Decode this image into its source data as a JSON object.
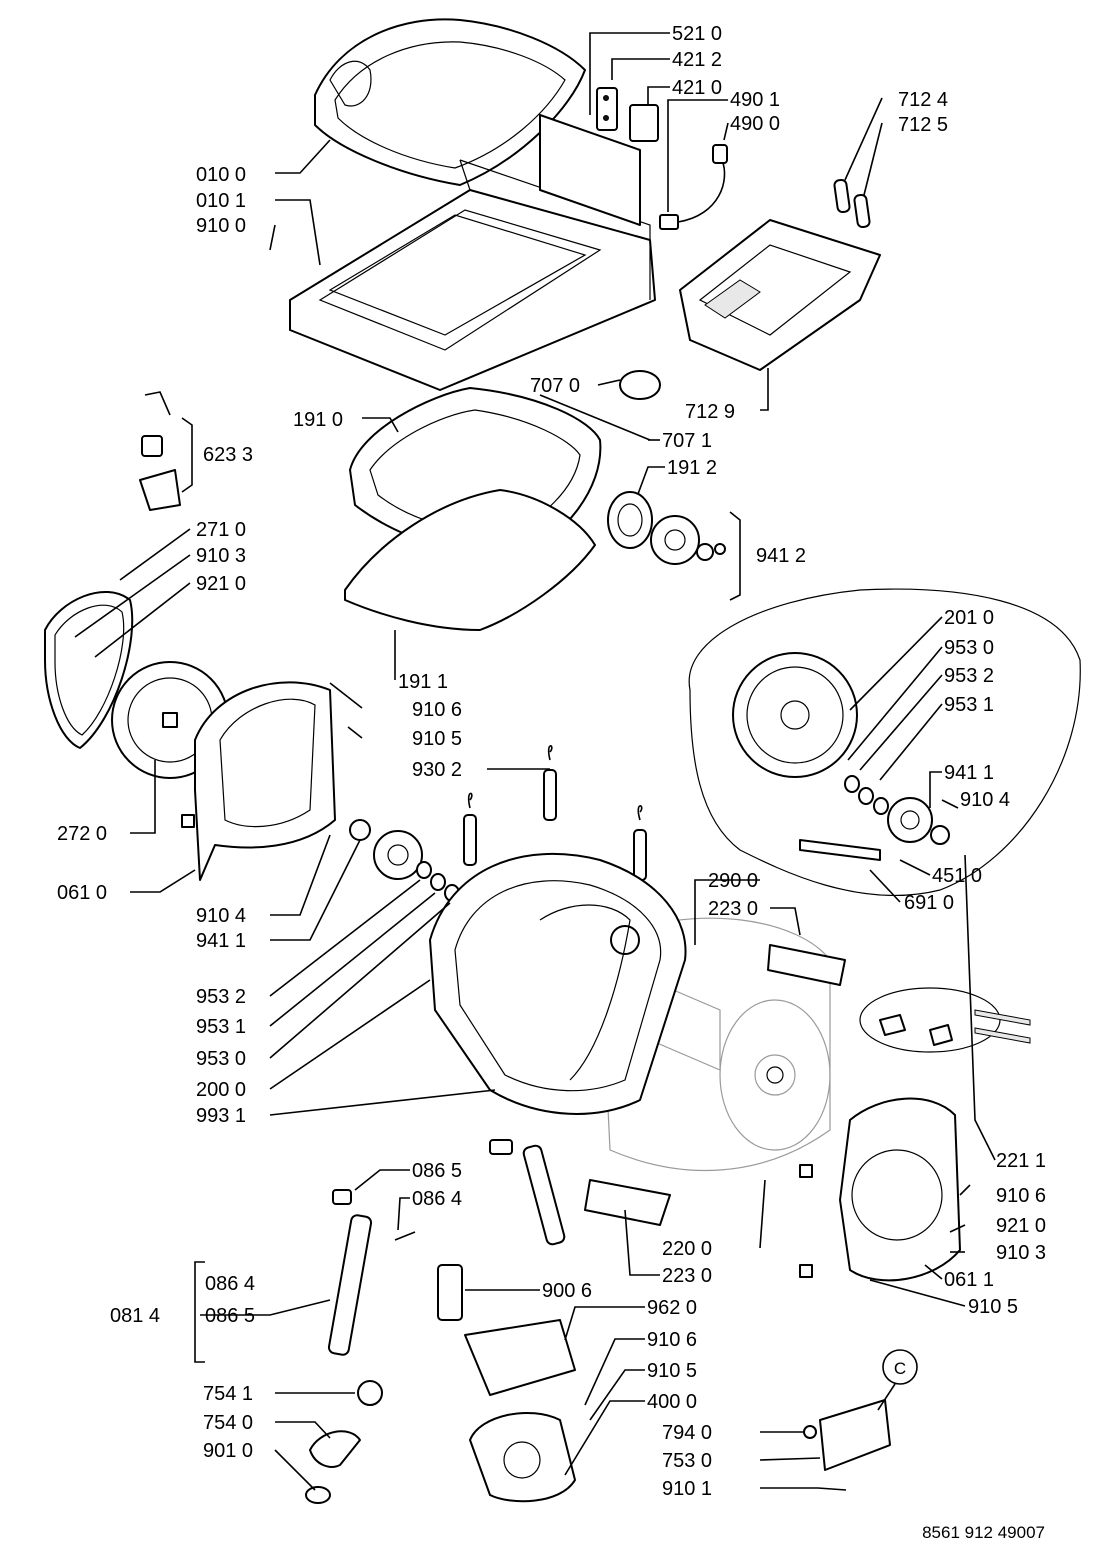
{
  "drawing_number": "8561 912 49007",
  "callout_marker": "C",
  "labels": {
    "l_5210": "521 0",
    "l_4212": "421 2",
    "l_4210": "421 0",
    "l_4901": "490 1",
    "l_4900": "490 0",
    "l_7124": "712 4",
    "l_7125": "712 5",
    "l_0100": "010 0",
    "l_0101": "010 1",
    "l_9100": "910 0",
    "l_7070": "707 0",
    "l_7129": "712 9",
    "l_1910": "191 0",
    "l_7071": "707 1",
    "l_1912": "191 2",
    "l_6233": "623 3",
    "l_9412a": "941 2",
    "l_2710": "271 0",
    "l_9103a": "910 3",
    "l_9210a": "921 0",
    "l_2010": "201 0",
    "l_9530a": "953 0",
    "l_9532a": "953 2",
    "l_9531a": "953 1",
    "l_1911": "191 1",
    "l_9106a": "910 6",
    "l_9105a": "910 5",
    "l_9302": "930 2",
    "l_9411a": "941 1",
    "l_9104a": "910 4",
    "l_2720": "272 0",
    "l_4510": "451 0",
    "l_0610": "061 0",
    "l_6910": "691 0",
    "l_2900": "290 0",
    "l_9104b": "910 4",
    "l_9411b": "941 1",
    "l_2230a": "223 0",
    "l_9532b": "953 2",
    "l_9531b": "953 1",
    "l_9530b": "953 0",
    "l_2000": "200 0",
    "l_9931": "993 1",
    "l_2211": "221 1",
    "l_0865a": "086 5",
    "l_9106b": "910 6",
    "l_0864a": "086 4",
    "l_9210b": "921 0",
    "l_2200": "220 0",
    "l_9103b": "910 3",
    "l_2230b": "223 0",
    "l_0611": "061 1",
    "l_0864b": "086 4",
    "l_9105b": "910 5",
    "l_0814": "081 4",
    "l_0865b": "086 5",
    "l_9006": "900 6",
    "l_9620": "962 0",
    "l_9106c": "910 6",
    "l_9105c": "910 5",
    "l_7541": "754 1",
    "l_4000": "400 0",
    "l_7540": "754 0",
    "l_7940": "794 0",
    "l_9010": "901 0",
    "l_7530": "753 0",
    "l_9101": "910 1"
  }
}
